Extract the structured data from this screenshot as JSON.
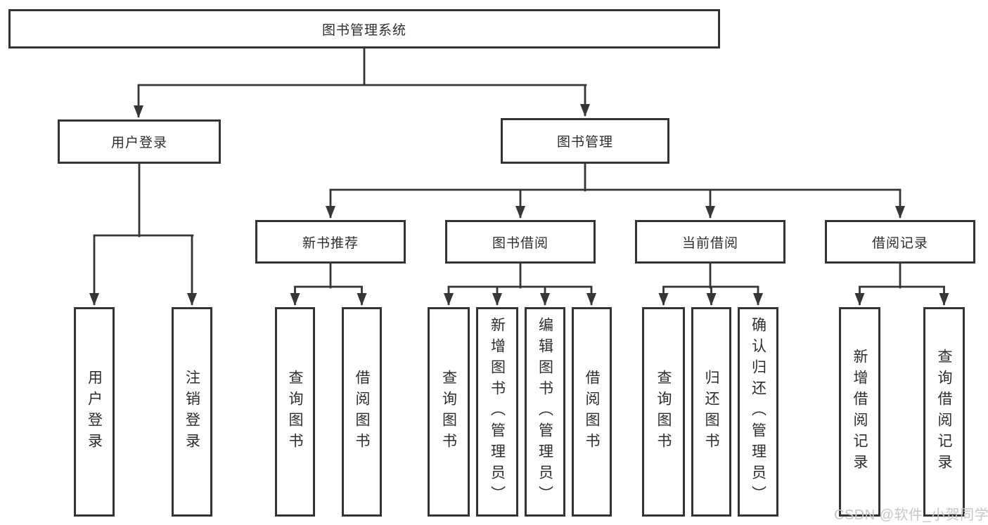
{
  "colors": {
    "line": "#363636",
    "box_border": "#343434",
    "text": "#2d2d2d",
    "background": "#ffffff",
    "watermark": "#c6c6ca"
  },
  "watermark": {
    "text": "CSDN @软件_小贺同学"
  },
  "tree": {
    "label": "图书管理系统",
    "children": [
      {
        "label": "用户登录",
        "children": [
          {
            "label": "用户登录"
          },
          {
            "label": "注销登录"
          }
        ]
      },
      {
        "label": "图书管理",
        "children": [
          {
            "label": "新书推荐",
            "children": [
              {
                "label": "查询图书"
              },
              {
                "label": "借阅图书"
              }
            ]
          },
          {
            "label": "图书借阅",
            "children": [
              {
                "label": "查询图书"
              },
              {
                "label": "新增图书（管理员）"
              },
              {
                "label": "编辑图书（管理员）"
              },
              {
                "label": "借阅图书"
              }
            ]
          },
          {
            "label": "当前借阅",
            "children": [
              {
                "label": "查询图书"
              },
              {
                "label": "归还图书"
              },
              {
                "label": "确认归还（管理员）"
              }
            ]
          },
          {
            "label": "借阅记录",
            "children": [
              {
                "label": "新增借阅记录"
              },
              {
                "label": "查询借阅记录"
              }
            ]
          }
        ]
      }
    ]
  }
}
